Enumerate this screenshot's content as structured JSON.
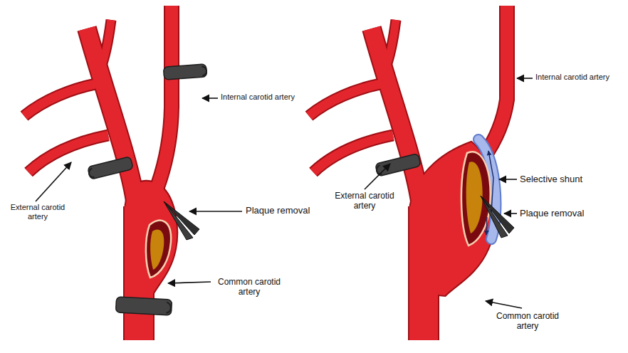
{
  "diagram": {
    "labels": [
      "Internal carotid artery",
      "External carotid artery",
      "Plaque removal",
      "Common carotid artery",
      "Internal carotid artery",
      "External carotid artery",
      "Selective shunt",
      "Plaque removal",
      "Common carotid artery"
    ]
  }
}
